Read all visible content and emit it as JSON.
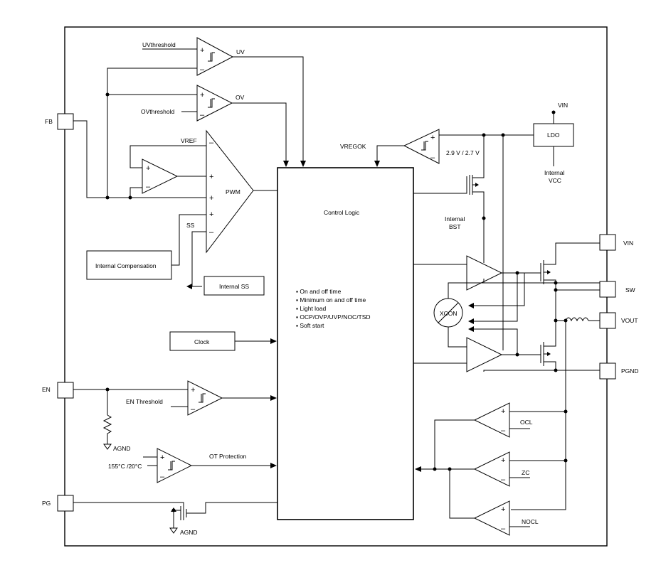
{
  "pins": {
    "fb": "FB",
    "en": "EN",
    "pg": "PG",
    "vin": "VIN",
    "sw": "SW",
    "vout": "VOUT",
    "pgnd": "PGND"
  },
  "labels": {
    "uv_threshold": "UVthreshold",
    "uv": "UV",
    "ov": "OV",
    "ov_threshold": "OVthreshold",
    "vref": "VREF",
    "pwm": "PWM",
    "ss": "SS",
    "internal_compensation": "Internal Compensation",
    "internal_ss": "Internal SS",
    "vregok": "VREGOK",
    "vregok_threshold": "2.9 V / 2.7 V",
    "ldo": "LDO",
    "ldo_vin": "VIN",
    "internal_vcc_line1": "Internal",
    "internal_vcc_line2": "VCC",
    "internal_bst_line1": "Internal",
    "internal_bst_line2": "BST",
    "control_logic": "Control Logic",
    "xcon": "XCON",
    "clock": "Clock",
    "en_threshold": "EN Threshold",
    "agnd_top": "AGND",
    "ot_temp": "155°C /20°C",
    "ot_protection": "OT Protection",
    "agnd_bottom": "AGND",
    "ocl": "OCL",
    "zc": "ZC",
    "nocl": "NOCL"
  },
  "control_features": [
    "On and off time",
    "Minimum on and off time",
    "Light load",
    "OCP/OVP/UVP/NOC/TSD",
    "Soft start"
  ]
}
